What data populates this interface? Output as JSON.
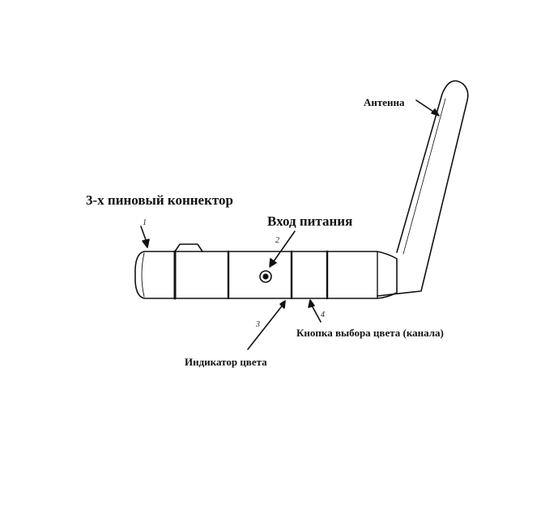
{
  "labels": {
    "antenna": "Антенна",
    "connector": "3-х пиновый коннектор",
    "power_input": "Вход питания",
    "channel_button": "Кнопка выбора цвета (канала)",
    "color_indicator": "Индикатор цвета"
  },
  "callout_numbers": {
    "connector": "1",
    "power_input": "2",
    "color_indicator": "3",
    "channel_button": "4"
  },
  "colors": {
    "ink": "#111111",
    "background": "#ffffff"
  }
}
